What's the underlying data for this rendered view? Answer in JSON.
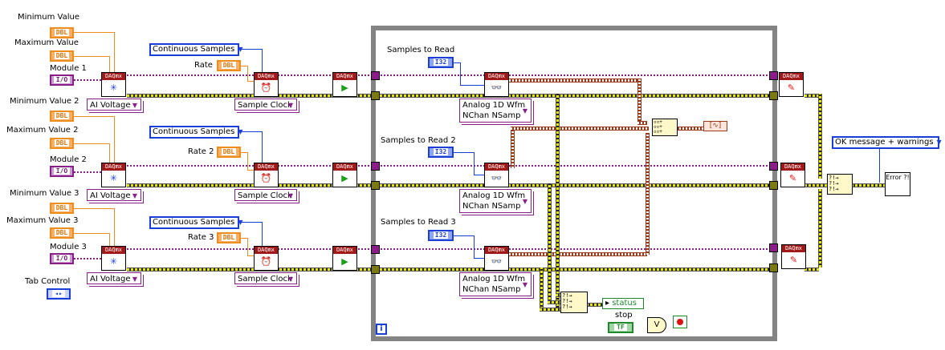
{
  "diagram": {
    "type": "LabVIEW block diagram",
    "channels": [
      {
        "min_label": "Minimum Value",
        "max_label": "Maximum Value",
        "module_label": "Module 1",
        "rate_label": "Rate",
        "sample_mode": "Continuous Samples",
        "create_channel_type": "AI Voltage",
        "timing_type": "Sample Clock",
        "samples_label": "Samples to Read",
        "read_type_line1": "Analog 1D Wfm",
        "read_type_line2": "NChan NSamp"
      },
      {
        "min_label": "Minimum Value 2",
        "max_label": "Maximum Value 2",
        "module_label": "Module 2",
        "rate_label": "Rate 2",
        "sample_mode": "Continuous Samples",
        "create_channel_type": "AI Voltage",
        "timing_type": "Sample Clock",
        "samples_label": "Samples to Read 2",
        "read_type_line1": "Analog 1D Wfm",
        "read_type_line2": "NChan NSamp"
      },
      {
        "min_label": "Minimum Value 3",
        "max_label": "Maximum Value 3",
        "module_label": "Module 3",
        "rate_label": "Rate 3",
        "sample_mode": "Continuous Samples",
        "create_channel_type": "AI Voltage",
        "timing_type": "Sample Clock",
        "samples_label": "Samples to Read 3",
        "read_type_line1": "Analog 1D Wfm",
        "read_type_line2": "NChan NSamp"
      }
    ],
    "terminal_types": {
      "dbl": "DBL",
      "io": "I/O",
      "i32": "I32",
      "tf": "TF"
    },
    "daqmx_header": "DAQmx",
    "tab_control_label": "Tab Control",
    "error_dialog_mode": "OK message + warnings",
    "error_icon_text": "Error ?!",
    "status_label": "status",
    "stop_label": "stop",
    "loop_iteration": "i",
    "or_symbol": "V"
  }
}
